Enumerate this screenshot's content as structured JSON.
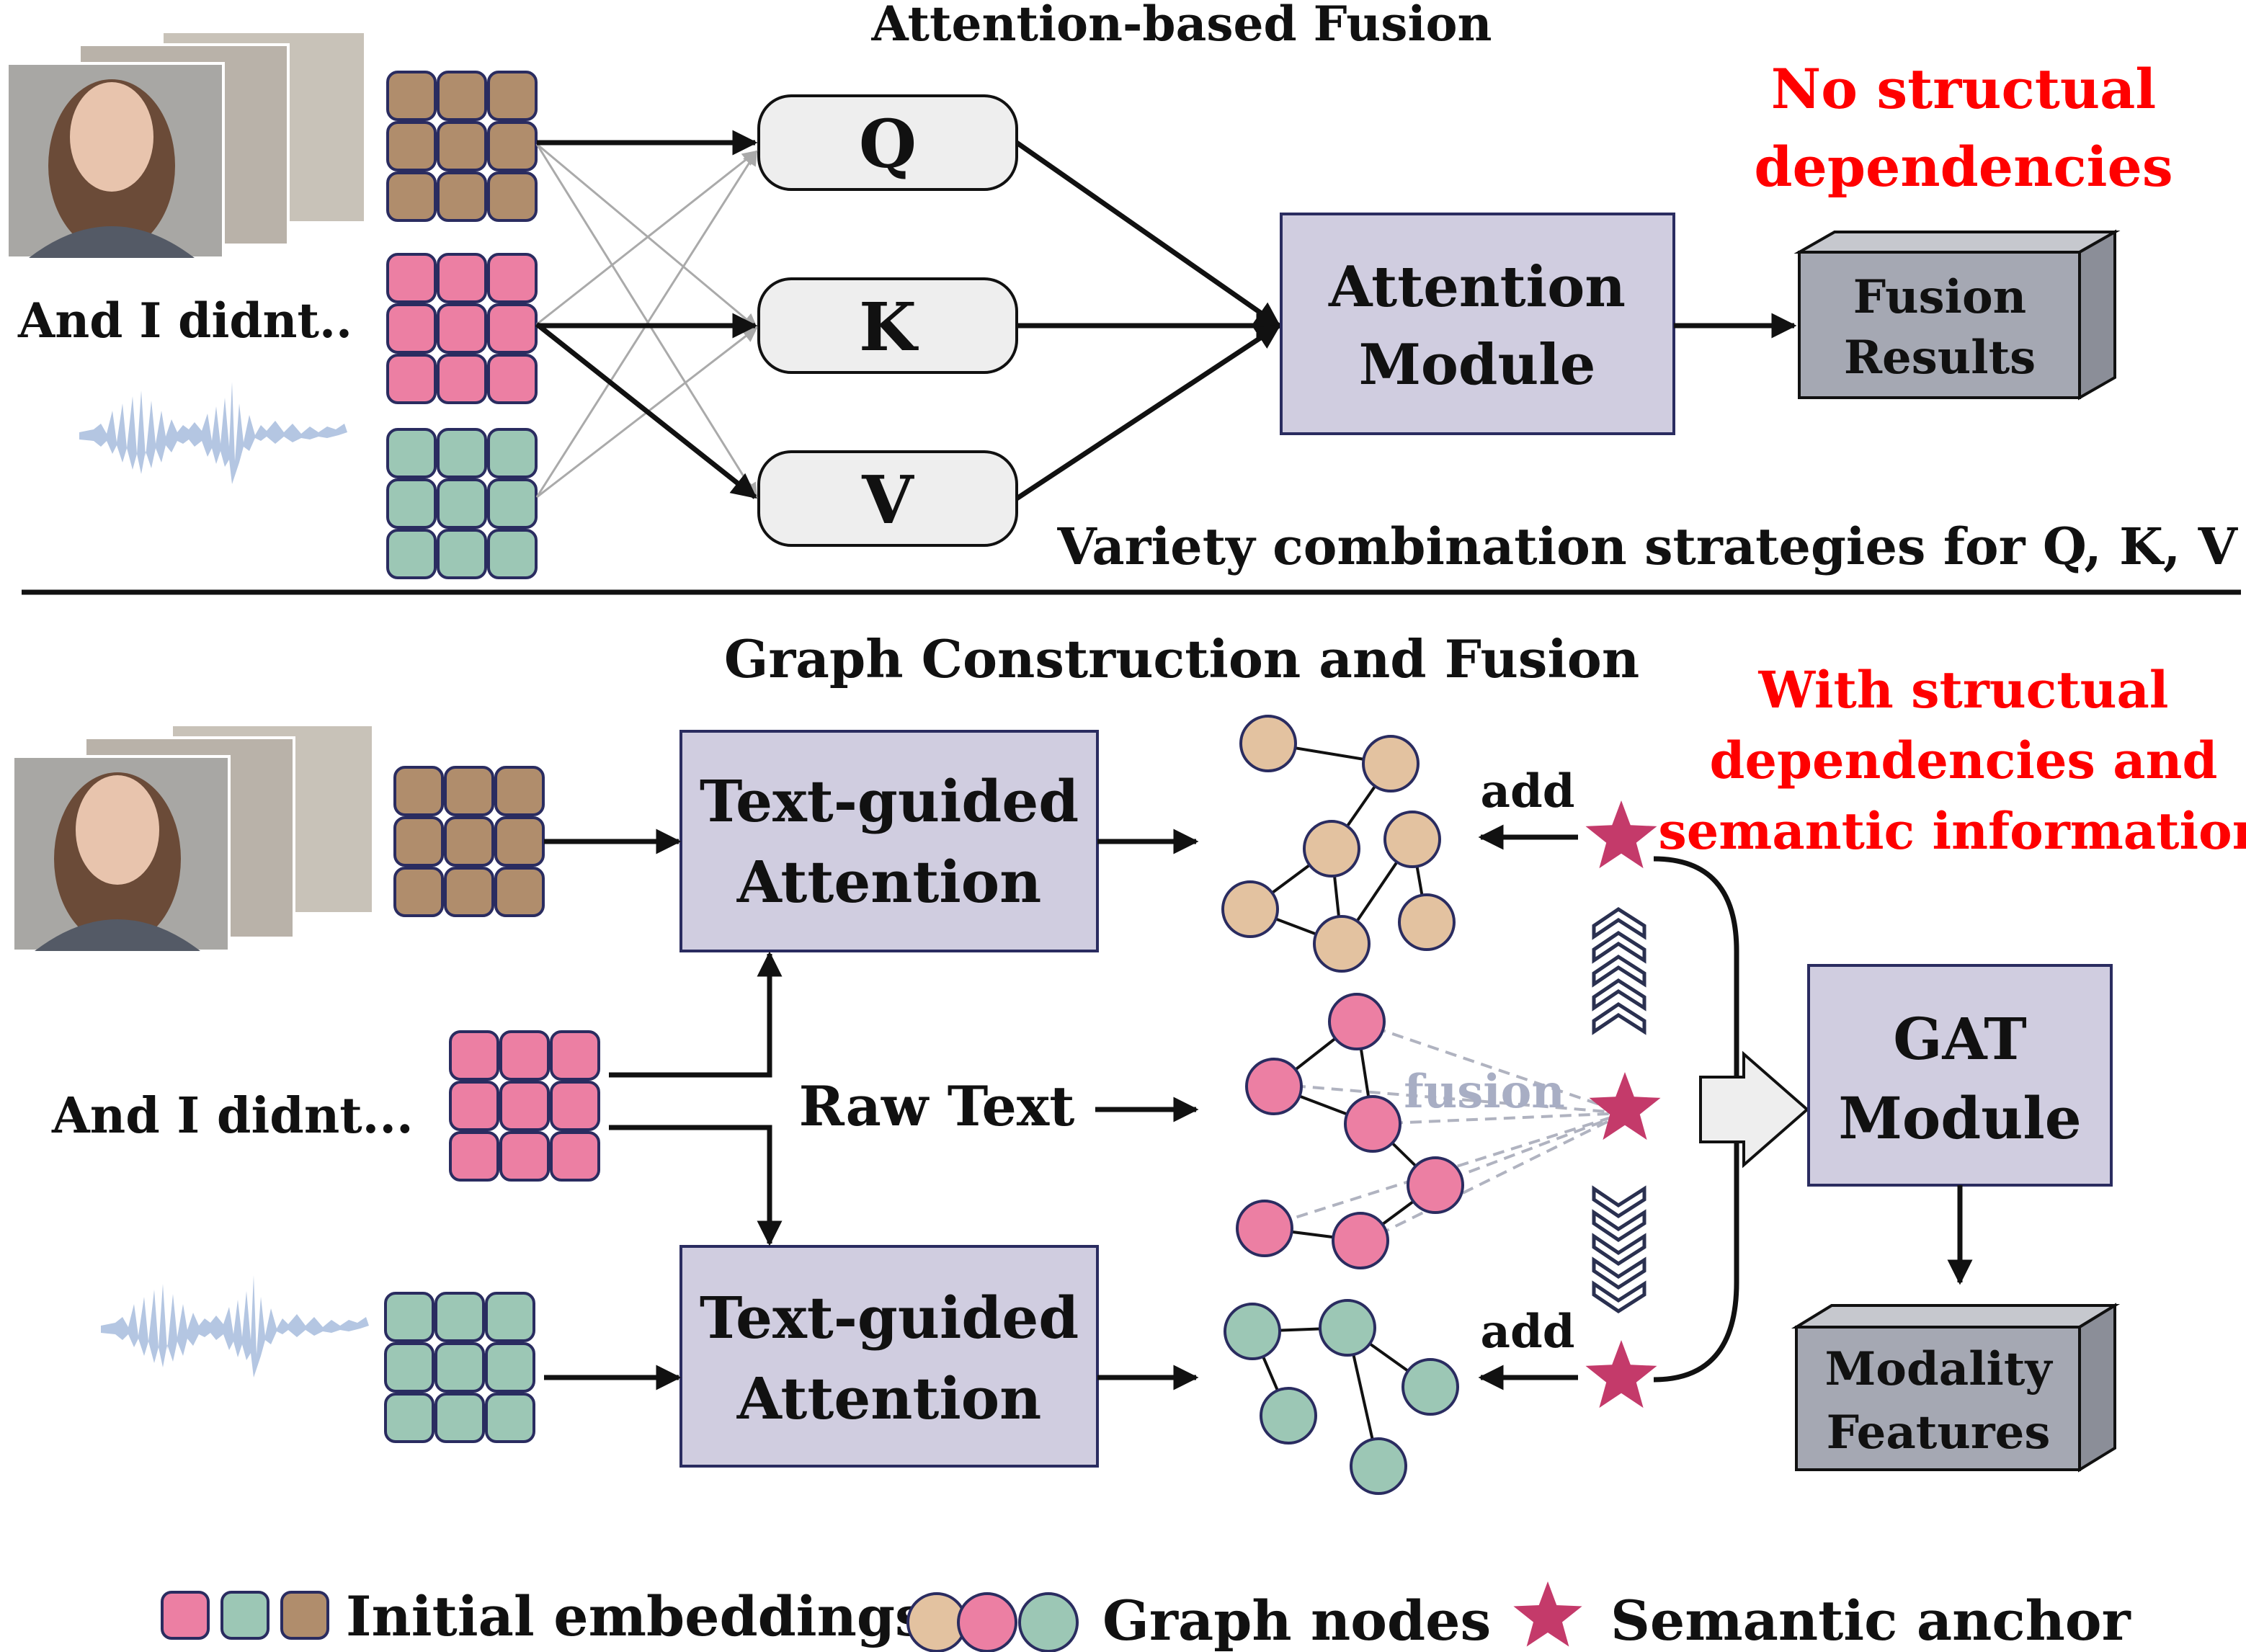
{
  "top": {
    "title": "Attention-based Fusion",
    "caption": "Variety combination strategies for Q, K, V",
    "note_line1": "No structual",
    "note_line2": "dependencies",
    "text_sample": "And I didnt..",
    "q_label": "Q",
    "k_label": "K",
    "v_label": "V",
    "attention_line1": "Attention",
    "attention_line2": "Module",
    "result_line1": "Fusion",
    "result_line2": "Results"
  },
  "bottom": {
    "title": "Graph Construction and Fusion",
    "note_line1": "With structual",
    "note_line2": "dependencies and",
    "note_line3": "semantic information",
    "text_sample": "And I didnt...",
    "tga_line1": "Text-guided",
    "tga_line2": "Attention",
    "raw_text": "Raw Text",
    "add_label": "add",
    "fusion_label": "fusion",
    "gat_line1": "GAT",
    "gat_line2": "Module",
    "mf_line1": "Modality",
    "mf_line2": "Features"
  },
  "legend": {
    "embeddings": "Initial embeddings",
    "nodes": "Graph nodes",
    "anchor": "Semantic anchor"
  },
  "colors": {
    "visual": "#b08d6c",
    "text": "#ec7fa3",
    "audio": "#9cc7b5",
    "node_tan": "#e3c2a0",
    "node_pink": "#ec7fa3",
    "node_green": "#9cc7b5",
    "module_fill": "#d0cde0",
    "box3d_fill": "#a5a8b3",
    "anchor": "#c43a6a",
    "red_note": "#ff0000",
    "waveform": "#b4c6e2"
  }
}
